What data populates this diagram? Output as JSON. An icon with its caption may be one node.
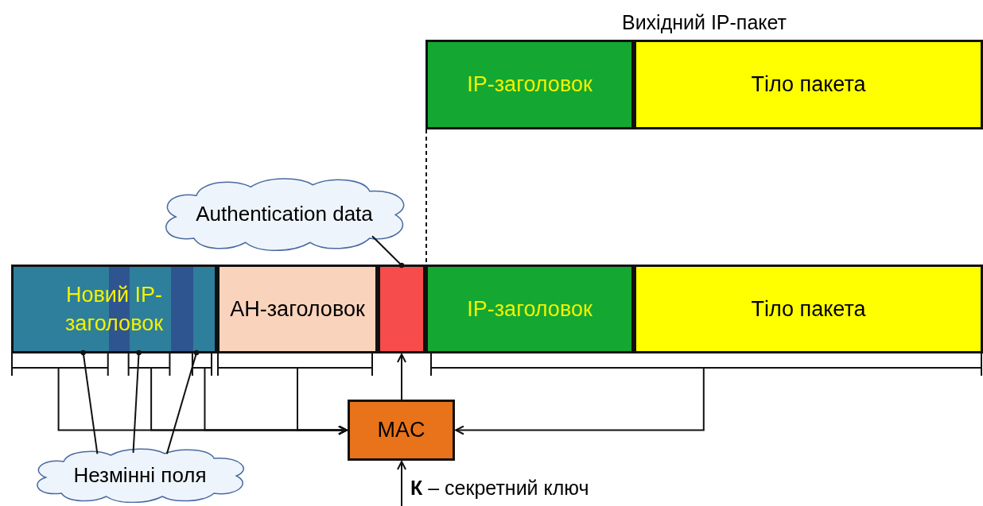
{
  "diagram": {
    "nodes": [
      {
        "text": [
          "Вихідний IP-пакет"
        ]
      },
      {
        "text": [
          "IP-заголовок"
        ],
        "in": 0
      },
      {
        "text": [
          "Тіло пакета"
        ],
        "in": 0
      },
      {
        "text": [
          "Новий IP-заголовок"
        ]
      },
      {
        "text": [
          "АН-заголовок"
        ]
      },
      {
        "text": [],
        "shape": "box"
      },
      {
        "text": [
          "IP-заголовок"
        ]
      },
      {
        "text": [
          "Тіло пакета"
        ]
      },
      {
        "text": [
          "MAC"
        ]
      },
      {
        "text": [
          "Authentication data"
        ]
      },
      {
        "text": [
          "Незмінні поля"
        ]
      },
      {
        "text": [
          "**К** – секретний ключ"
        ]
      }
    ],
    "edges": [
      {
        "from": 1,
        "to": 6,
        "arrow": "none",
        "style": "dashed"
      },
      {
        "from": 9,
        "to": 5,
        "arrow": "other"
      },
      {
        "from": 10,
        "to": 3,
        "arrow": "other"
      },
      {
        "from": 10,
        "to": 3,
        "arrow": "other"
      },
      {
        "from": 10,
        "to": 3,
        "arrow": "other"
      },
      {
        "from": 3,
        "to": 8,
        "arrow": "to"
      },
      {
        "from": 3,
        "to": 8,
        "arrow": "to"
      },
      {
        "from": 3,
        "to": 8,
        "arrow": "to"
      },
      {
        "from": 4,
        "to": 8,
        "arrow": "to"
      },
      {
        "from": 6,
        "to": 8,
        "arrow": "to"
      },
      {
        "from": 7,
        "to": 8,
        "arrow": "to"
      },
      {
        "from": 8,
        "to": 5,
        "arrow": "to"
      },
      {
        "from": 11,
        "to": 8,
        "arrow": "to"
      }
    ]
  }
}
